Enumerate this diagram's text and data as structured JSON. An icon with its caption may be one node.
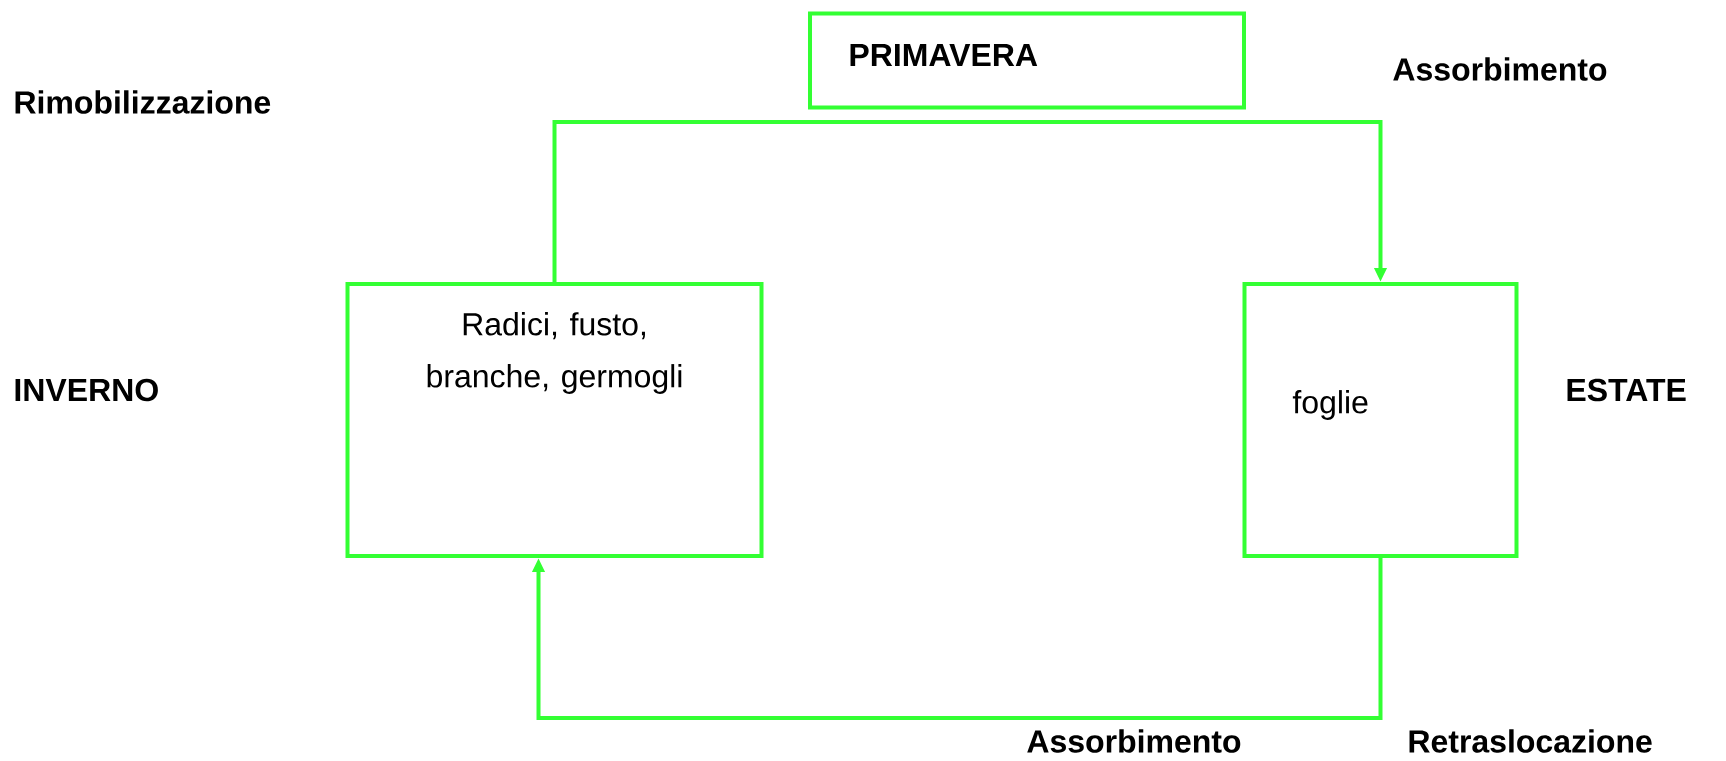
{
  "diagram": {
    "nodes": [
      {
        "text": [
          "PRIMAVERA"
        ]
      },
      {
        "text": [
          "Radici, fusto, branche, germogli"
        ]
      },
      {
        "text": [
          "foglie"
        ]
      }
    ],
    "edges": [
      {
        "from": 1,
        "to": 2,
        "arrow": "to"
      },
      {
        "from": 2,
        "to": 1,
        "arrow": "to"
      }
    ],
    "labels": [
      "Assorbimento",
      "Rimobilizzazione",
      "INVERNO",
      "ESTATE",
      "Assorbimento",
      "Retraslocazione"
    ]
  }
}
